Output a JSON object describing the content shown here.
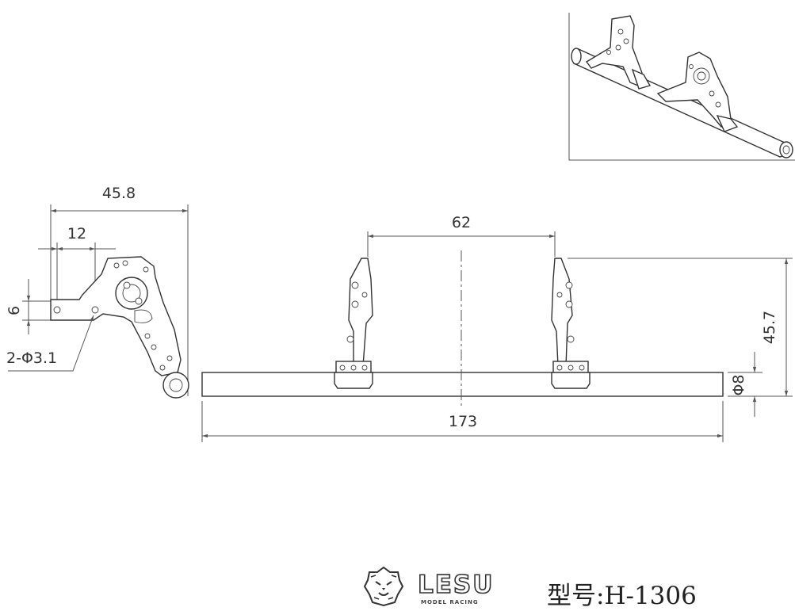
{
  "dimensions": {
    "overall_width": "45.8",
    "hole_offset": "12",
    "hole_height": "6",
    "hole_note": "2-Φ3.1",
    "bracket_spacing": "62",
    "total_height": "45.7",
    "rod_diameter": "Φ8",
    "rod_length": "173"
  },
  "footer": {
    "brand": "LESU",
    "brand_subtitle": "MODEL RACING",
    "logo_icon": "lion-head-icon",
    "model_label": "型号:H-1306"
  }
}
